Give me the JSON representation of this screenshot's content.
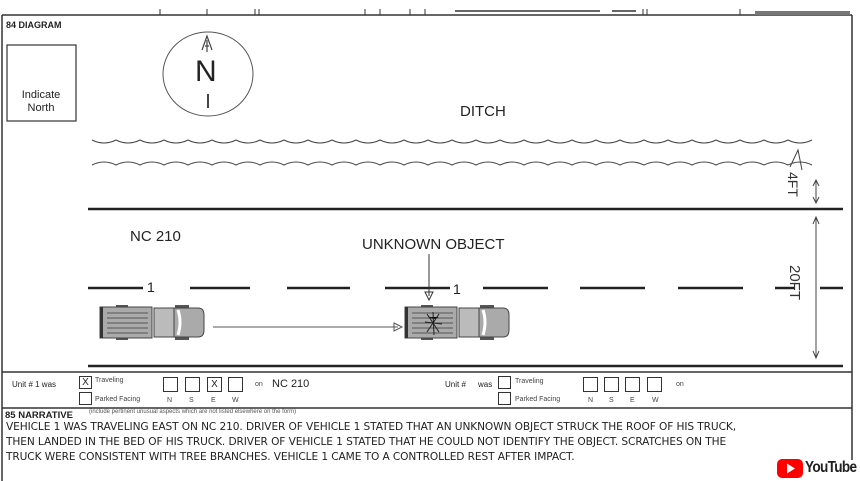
{
  "diagram": {
    "section_label": "84 DIAGRAM",
    "indicate_north": "Indicate North",
    "compass_letter": "N",
    "ditch_label": "DITCH",
    "road_label": "NC 210",
    "object_label": "UNKNOWN OBJECT",
    "vehicle_1_start_label": "1",
    "vehicle_1_end_label": "1",
    "ditch_width_label": "4FT",
    "road_width_label": "20FT"
  },
  "units": [
    {
      "label": "Unit # 1 was",
      "traveling_label": "Traveling",
      "traveling_checked": "X",
      "parked_label": "Parked Facing",
      "directions": [
        {
          "dir": "N",
          "mark": ""
        },
        {
          "dir": "S",
          "mark": ""
        },
        {
          "dir": "E",
          "mark": "X"
        },
        {
          "dir": "W",
          "mark": ""
        }
      ],
      "on_label": "on",
      "road": "NC 210"
    },
    {
      "label": "Unit #",
      "was_label": "was",
      "traveling_label": "Traveling",
      "traveling_checked": "",
      "parked_label": "Parked Facing",
      "directions": [
        {
          "dir": "N",
          "mark": ""
        },
        {
          "dir": "S",
          "mark": ""
        },
        {
          "dir": "E",
          "mark": ""
        },
        {
          "dir": "W",
          "mark": ""
        }
      ],
      "on_label": "on",
      "road": ""
    }
  ],
  "narrative": {
    "section_label": "85 NARRATIVE",
    "hint": "(include pertinent unusual aspects which are not listed elsewhere on the form)",
    "lines": [
      "VEHICLE 1 WAS TRAVELING EAST ON NC 210. DRIVER OF VEHICLE 1 STATED THAT AN UNKNOWN OBJECT STRUCK THE ROOF OF HIS TRUCK,",
      "THEN LANDED IN THE BED OF HIS TRUCK. DRIVER OF VEHICLE 1 STATED THAT HE COULD NOT IDENTIFY THE OBJECT. SCRATCHES ON THE",
      "TRUCK WERE CONSISTENT WITH TREE BRANCHES. VEHICLE 1 CAME TO A CONTROLLED REST AFTER IMPACT."
    ]
  },
  "watermark": {
    "brand": "YouTube",
    "color": "#ff0000"
  }
}
